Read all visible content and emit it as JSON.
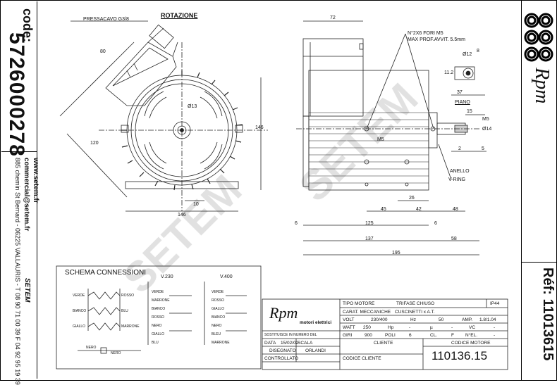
{
  "left_strip": {
    "code_label": "code:",
    "code_number": "5726000278",
    "website": "www.setem.fr",
    "email": "commercial@setem.fr",
    "address": "885 chemin St Bernard  -  06225 VALLAURIS  -  T 08 90 71 00 39  F 04 92 95 19 39"
  },
  "right_strip": {
    "brand": "Rpm",
    "ref_label": "Réf: 11013615"
  },
  "front_view": {
    "title": "ROTAZIONE",
    "cable_gland": "PRESSACAVO G3/8",
    "dim_80": "80",
    "dim_120": "120",
    "dim_146_h": "146",
    "dim_146_v": "146",
    "dim_10": "10",
    "dim_d13": "Ø13"
  },
  "side_view": {
    "dim_72": "72",
    "holes_note": "N°2X6 FORI M5",
    "max_depth_note": "MAX PROF.AVVIT. 5.5mm",
    "dim_8": "8",
    "dim_d12": "Ø12",
    "dim_11_2": "11.2",
    "dim_37": "37",
    "piano": "PIANO",
    "dim_15": "15",
    "m5_shaft": "M5",
    "dim_d14": "Ø14",
    "dim_m5_side": "M5",
    "dim_2": "2",
    "dim_5": "5",
    "anello": "ANELLO",
    "vring": "V-RING",
    "dim_26": "26",
    "dim_45": "45",
    "dim_42": "42",
    "dim_48": "48",
    "dim_6a": "6",
    "dim_6b": "6",
    "dim_125": "125",
    "dim_137": "137",
    "dim_58": "58",
    "dim_195": "195"
  },
  "connections": {
    "title": "SCHEMA CONNESSIONI",
    "v230": "V.230",
    "v400": "V.400",
    "left_labels": [
      "VERDE",
      "BIANCO",
      "GIALLO"
    ],
    "right_labels": [
      "ROSSO",
      "BLU",
      "MARRONE"
    ],
    "bottom_labels": [
      "NERO",
      "NERO"
    ],
    "list_230": [
      "VERDE",
      "MARRONE",
      "BIANCO",
      "ROSSO",
      "NERO",
      "GIALLO",
      "BLU"
    ],
    "list_400": [
      "VERDE",
      "ROSSO",
      "GIALLO",
      "BIANCO",
      "NERO",
      "BLEU",
      "MARRONE"
    ]
  },
  "title_block": {
    "brand": "Rpm",
    "brand_sub": "motori elettrici",
    "tipo_motore_label": "TIPO MOTORE",
    "tipo_motore": "TRIFASE CHIUSO",
    "ip": "IP44",
    "carat_label": "CARAT. MECCANICHE",
    "carat": "CUSCINETTI x A.T.",
    "volt_label": "VOLT",
    "volt": "230/400",
    "hz_label": "Hz",
    "hz": "50",
    "amp_label": "AMP.",
    "amp": "1.8/1.04",
    "watt_label": "WATT",
    "watt": "250",
    "hp_label": "Hp",
    "hp": "-",
    "mf_label": "µ",
    "mf": "-",
    "vc_label": "VC",
    "vc": "-",
    "giri_label": "GIRI",
    "giri": "900",
    "poli_label": "POLI",
    "poli": "6",
    "cl_label": "CL.",
    "cl": "F",
    "nel_label": "N°EL.",
    "nel": "-",
    "sostituisce_label": "SOSTITUISCE IN NUMERO DEL",
    "data_label": "DATA",
    "data": "15/02/02",
    "scala_label": "SCALA",
    "disegnato_label": "DISEGNATO",
    "disegnato": "ORLANDI",
    "controllato_label": "CONTROLLATO",
    "cliente_label": "CLIENTE",
    "codice_cliente_label": "CODICE CLIENTE",
    "codice_motore_label": "CODICE MOTORE",
    "codice_motore": "110136.15"
  },
  "watermark": "SETEM"
}
